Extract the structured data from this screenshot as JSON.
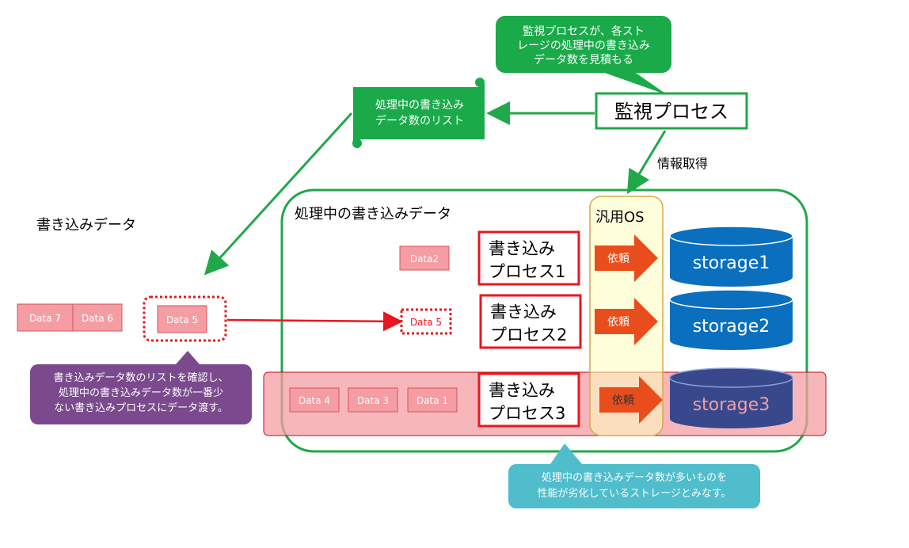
{
  "callouts": {
    "monitor_note": [
      "監視プロセスが、各スト",
      "レージの処理中の書き込み",
      "データ数を見積もる"
    ],
    "list_scroll": [
      "処理中の書き込み",
      "データ数のリスト"
    ],
    "dispatch_note": [
      "書き込みデータ数のリストを確認し、",
      "処理中の書き込みデータ数が一番少",
      "ない書き込みプロセスにデータ渡す。"
    ],
    "degraded_note": [
      "処理中の書き込みデータ数が多いものを",
      "性能が劣化しているストレージとみなす。"
    ]
  },
  "monitor_process": "監視プロセス",
  "info_fetch": "情報取得",
  "left_title": "書き込みデータ",
  "queue": [
    "Data 7",
    "Data 6"
  ],
  "pending": "Data 5",
  "group_title": "処理中の書き込みデータ",
  "os_label": "汎用OS",
  "rows": [
    {
      "items": [
        "Data2"
      ],
      "process": [
        "書き込み",
        "プロセス1"
      ],
      "request": "依頼",
      "storage": "storage1"
    },
    {
      "items": [
        "Data 5"
      ],
      "process": [
        "書き込み",
        "プロセス2"
      ],
      "request": "依頼",
      "storage": "storage2"
    },
    {
      "items": [
        "Data 4",
        "Data 3",
        "Data 1"
      ],
      "process": [
        "書き込み",
        "プロセス3"
      ],
      "request": "依頼",
      "storage": "storage3"
    }
  ],
  "colors": {
    "green_fill": "#1aaa4a",
    "green_border": "#20a84a",
    "purple": "#7b4a8e",
    "teal": "#4fbdcb",
    "red": "#e8171f",
    "pink": "#f49da3",
    "blue": "#0a6fbe",
    "degraded_blue": "#37498c",
    "orange": "#ea4d1c",
    "yellow": "#ffffbf"
  }
}
